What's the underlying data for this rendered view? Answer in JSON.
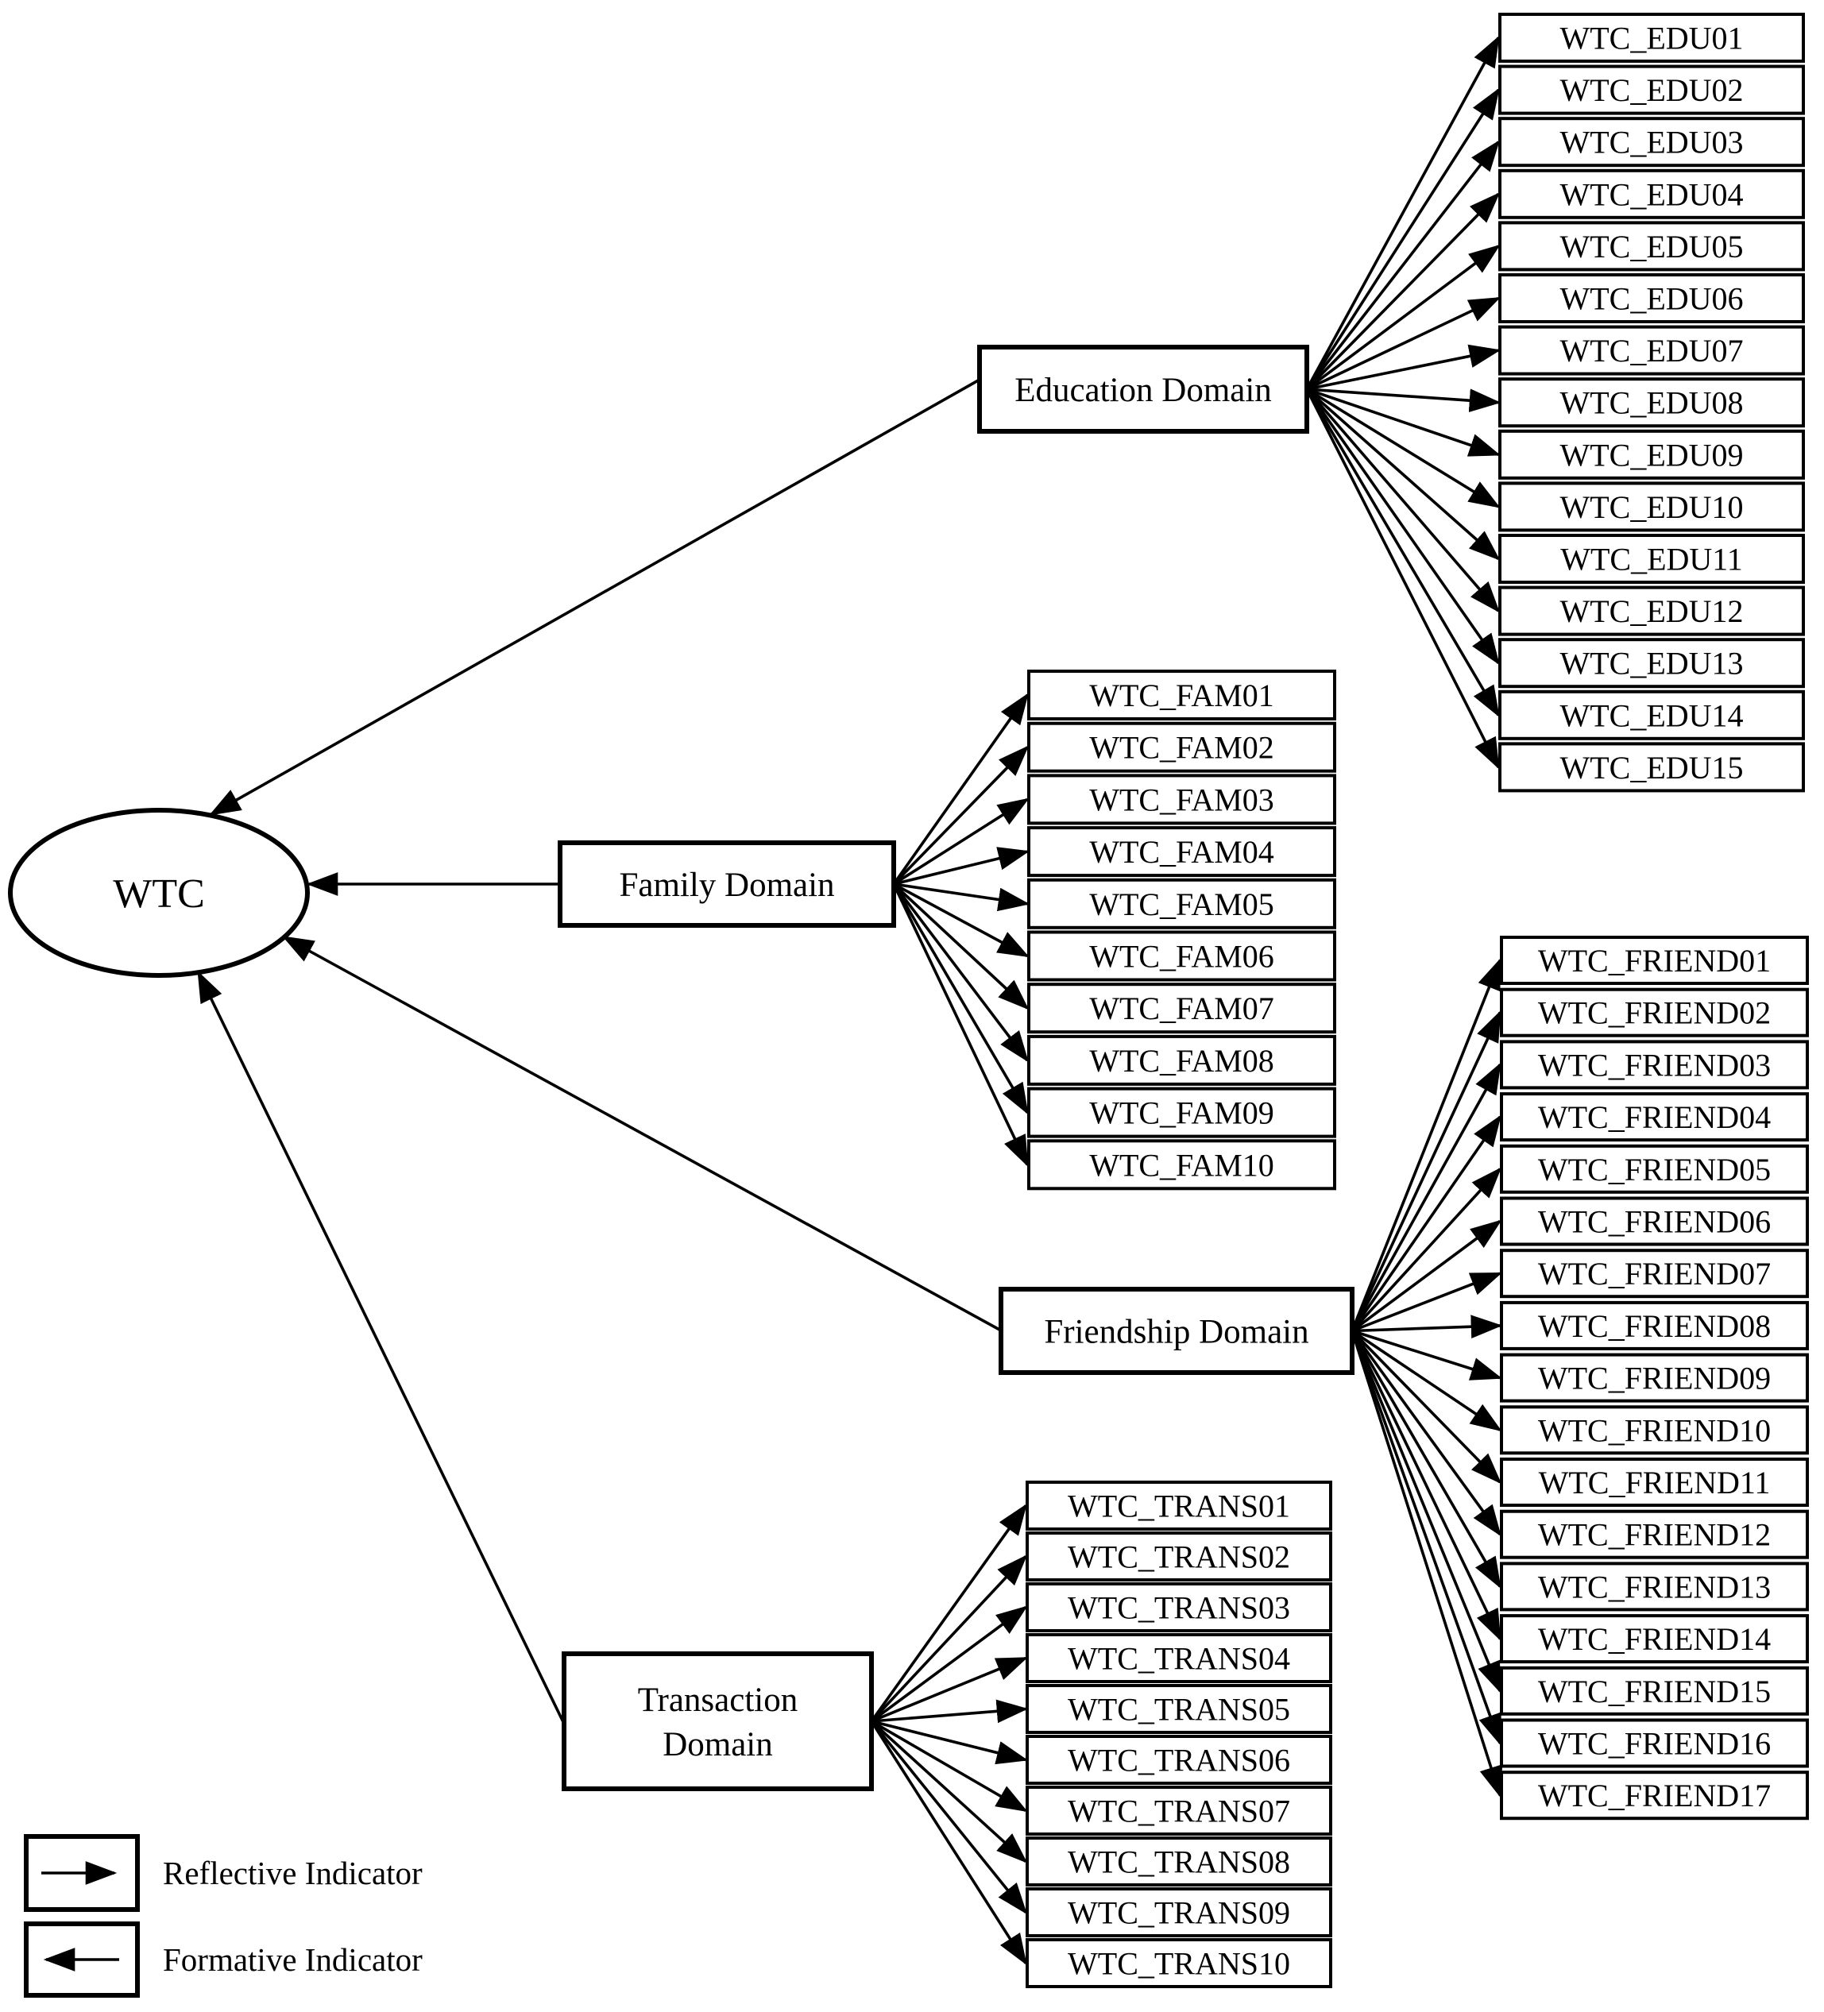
{
  "diagram": {
    "wtc_label": "WTC",
    "domains": [
      {
        "id": "education",
        "label": "Education Domain",
        "indicators": [
          "WTC_EDU01",
          "WTC_EDU02",
          "WTC_EDU03",
          "WTC_EDU04",
          "WTC_EDU05",
          "WTC_EDU06",
          "WTC_EDU07",
          "WTC_EDU08",
          "WTC_EDU09",
          "WTC_EDU10",
          "WTC_EDU11",
          "WTC_EDU12",
          "WTC_EDU13",
          "WTC_EDU14",
          "WTC_EDU15"
        ]
      },
      {
        "id": "family",
        "label": "Family Domain",
        "indicators": [
          "WTC_FAM01",
          "WTC_FAM02",
          "WTC_FAM03",
          "WTC_FAM04",
          "WTC_FAM05",
          "WTC_FAM06",
          "WTC_FAM07",
          "WTC_FAM08",
          "WTC_FAM09",
          "WTC_FAM10"
        ]
      },
      {
        "id": "friendship",
        "label": "Friendship Domain",
        "indicators": [
          "WTC_FRIEND01",
          "WTC_FRIEND02",
          "WTC_FRIEND03",
          "WTC_FRIEND04",
          "WTC_FRIEND05",
          "WTC_FRIEND06",
          "WTC_FRIEND07",
          "WTC_FRIEND08",
          "WTC_FRIEND09",
          "WTC_FRIEND10",
          "WTC_FRIEND11",
          "WTC_FRIEND12",
          "WTC_FRIEND13",
          "WTC_FRIEND14",
          "WTC_FRIEND15",
          "WTC_FRIEND16",
          "WTC_FRIEND17"
        ]
      },
      {
        "id": "transaction",
        "label": "Transaction Domain",
        "label_lines": [
          "Transaction",
          "Domain"
        ],
        "indicators": [
          "WTC_TRANS01",
          "WTC_TRANS02",
          "WTC_TRANS03",
          "WTC_TRANS04",
          "WTC_TRANS05",
          "WTC_TRANS06",
          "WTC_TRANS07",
          "WTC_TRANS08",
          "WTC_TRANS09",
          "WTC_TRANS10"
        ]
      }
    ],
    "legend": [
      {
        "label": "Reflective Indicator",
        "direction": "right"
      },
      {
        "label": "Formative Indicator",
        "direction": "left"
      }
    ],
    "colors": {
      "ink": "#000000",
      "paper": "#ffffff"
    }
  }
}
